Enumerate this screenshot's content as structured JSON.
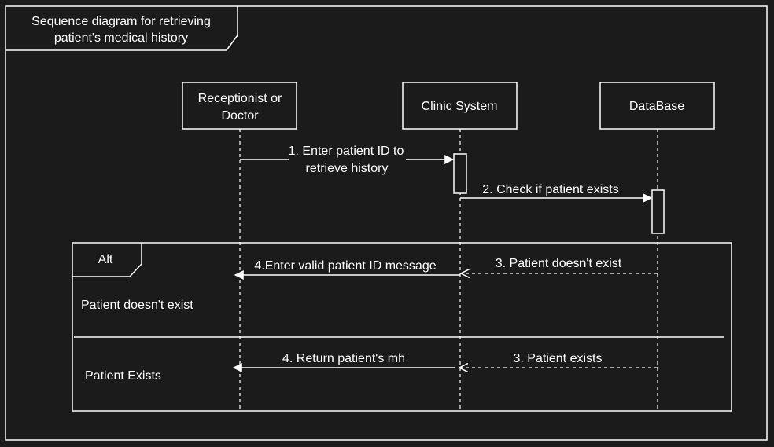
{
  "frame": {
    "title_line1": "Sequence diagram for retrieving",
    "title_line2": "patient's medical history"
  },
  "lifelines": {
    "receptionist": {
      "line1": "Receptionist or",
      "line2": "Doctor"
    },
    "clinic": {
      "label": "Clinic System"
    },
    "database": {
      "label": "DataBase"
    }
  },
  "messages": {
    "m1_line1": "1. Enter patient ID to",
    "m1_line2": "retrieve history",
    "m2": "2. Check if patient exists",
    "m3a": "3. Patient doesn't exist",
    "m4a": "4.Enter valid patient ID message",
    "m3b": "3. Patient exists",
    "m4b": "4. Return patient's mh"
  },
  "alt": {
    "label": "Alt",
    "guard1": "Patient doesn't exist",
    "guard2": "Patient Exists"
  },
  "colors": {
    "background": "#1b1b1b",
    "stroke": "#ffffff"
  }
}
